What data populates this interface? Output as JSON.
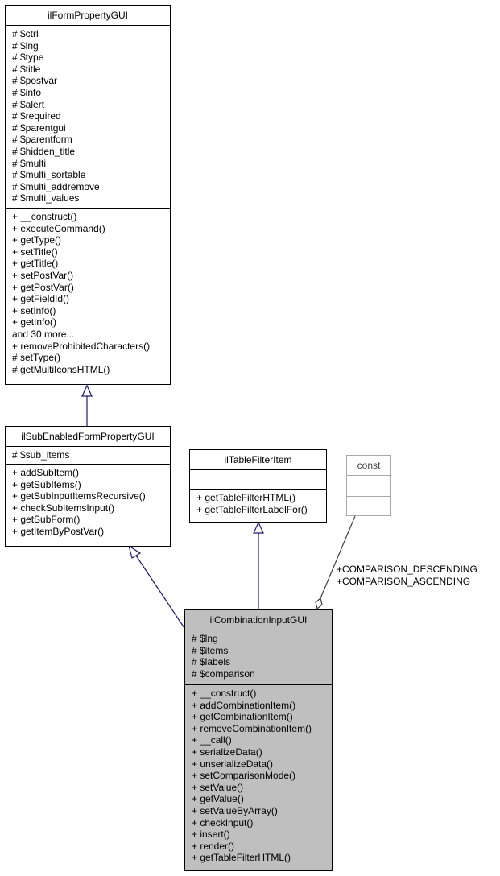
{
  "classes": {
    "form_property": {
      "name": "ilFormPropertyGUI",
      "attributes": [
        "# $ctrl",
        "# $lng",
        "# $type",
        "# $title",
        "# $postvar",
        "# $info",
        "# $alert",
        "# $required",
        "# $parentgui",
        "# $parentform",
        "# $hidden_title",
        "# $multi",
        "# $multi_sortable",
        "# $multi_addremove",
        "# $multi_values"
      ],
      "methods": [
        "+ __construct()",
        "+ executeCommand()",
        "+ getType()",
        "+ setTitle()",
        "+ getTitle()",
        "+ setPostVar()",
        "+ getPostVar()",
        "+ getFieldId()",
        "+ setInfo()",
        "+ getInfo()",
        "and 30 more...",
        "+ removeProhibitedCharacters()",
        "# setType()",
        "# getMultiIconsHTML()"
      ]
    },
    "sub_enabled": {
      "name": "ilSubEnabledFormPropertyGUI",
      "attributes": [
        "# $sub_items"
      ],
      "methods": [
        "+ addSubItem()",
        "+ getSubItems()",
        "+ getSubInputItemsRecursive()",
        "+ checkSubItemsInput()",
        "+ getSubForm()",
        "+ getItemByPostVar()"
      ]
    },
    "table_filter_item": {
      "name": "ilTableFilterItem",
      "attributes": [],
      "methods": [
        "+ getTableFilterHTML()",
        "+ getTableFilterLabelFor()"
      ]
    },
    "const": {
      "name": "const",
      "attributes": [],
      "methods": []
    },
    "combination_input": {
      "name": "ilCombinationInputGUI",
      "attributes": [
        "# $lng",
        "# $items",
        "# $labels",
        "# $comparison"
      ],
      "methods": [
        "+ __construct()",
        "+ addCombinationItem()",
        "+ getCombinationItem()",
        "+ removeCombinationItem()",
        "+ __call()",
        "+ serializeData()",
        "+ unserializeData()",
        "+ setComparisonMode()",
        "+ setValue()",
        "+ getValue()",
        "+ setValueByArray()",
        "+ checkInput()",
        "+ insert()",
        "+ render()",
        "+ getTableFilterHTML()"
      ]
    }
  },
  "relations": {
    "const_labels": [
      "+COMPARISON_DESCENDING",
      "+COMPARISON_ASCENDING"
    ]
  },
  "colors": {
    "inheritance_edge": "#191970",
    "usage_edge": "#404040",
    "focus_fill": "#bfbfbf"
  }
}
